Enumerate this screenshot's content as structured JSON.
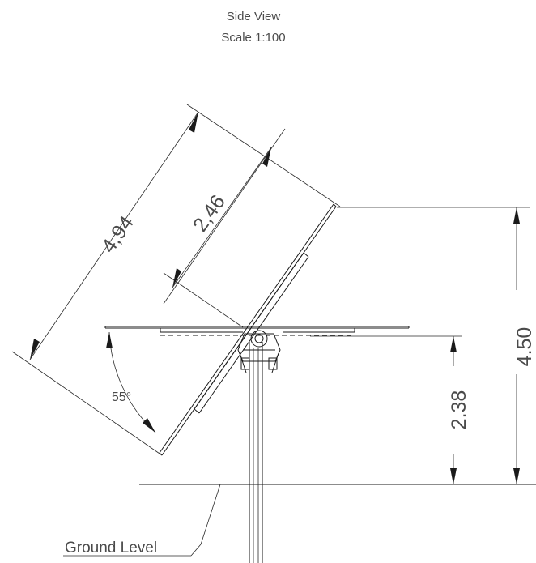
{
  "title": {
    "line1": "Side View",
    "line2": "Scale 1:100"
  },
  "dimensions": {
    "panel_length": "4,94",
    "pivot_to_top": "2,46",
    "total_height": "4.50",
    "axis_height": "2.38",
    "tilt_angle": "55°"
  },
  "labels": {
    "ground": "Ground Level"
  }
}
